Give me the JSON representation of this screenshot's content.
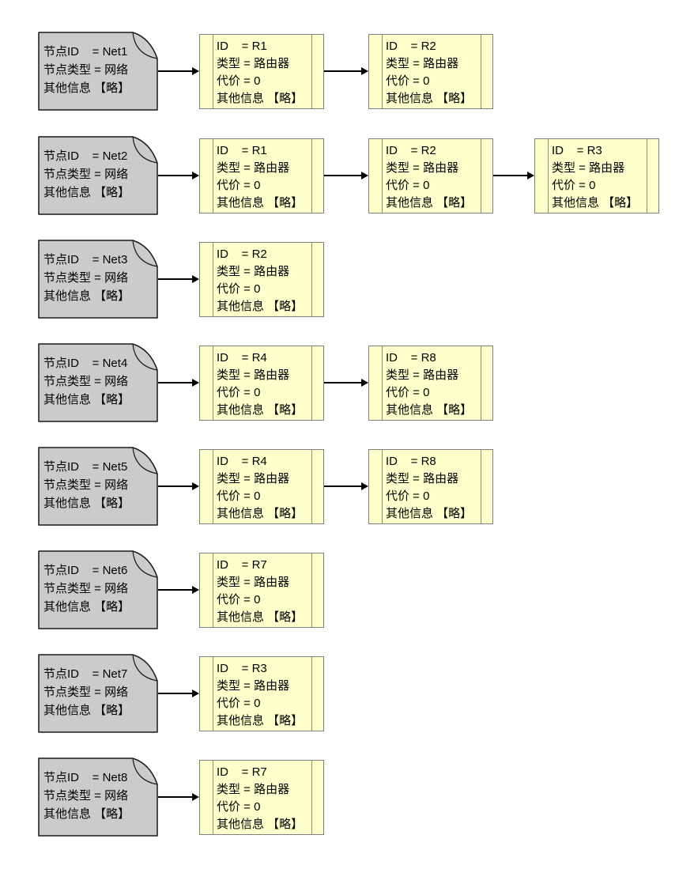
{
  "colors": {
    "canvas_bg": "#ffffff",
    "note_fill": "#cbcbcb",
    "note_border": "#1a1a1a",
    "record_fill": "#ffffcc",
    "record_border": "#7f7f7f",
    "record_divider": "#8f8f6f",
    "arrow": "#000000",
    "text": "#000000"
  },
  "rows": [
    {
      "network": [
        "节点ID    = Net1",
        "节点类型 = 网络",
        "其他信息 【略】"
      ],
      "routers": [
        [
          "ID    = R1",
          "类型 = 路由器",
          "代价 = 0",
          "其他信息 【略】"
        ],
        [
          "ID    = R2",
          "类型 = 路由器",
          "代价 = 0",
          "其他信息 【略】"
        ]
      ]
    },
    {
      "network": [
        "节点ID    = Net2",
        "节点类型 = 网络",
        "其他信息 【略】"
      ],
      "routers": [
        [
          "ID    = R1",
          "类型 = 路由器",
          "代价 = 0",
          "其他信息 【略】"
        ],
        [
          "ID    = R2",
          "类型 = 路由器",
          "代价 = 0",
          "其他信息 【略】"
        ],
        [
          "ID    = R3",
          "类型 = 路由器",
          "代价 = 0",
          "其他信息 【略】"
        ]
      ]
    },
    {
      "network": [
        "节点ID    = Net3",
        "节点类型 = 网络",
        "其他信息 【略】"
      ],
      "routers": [
        [
          "ID    = R2",
          "类型 = 路由器",
          "代价 = 0",
          "其他信息 【略】"
        ]
      ]
    },
    {
      "network": [
        "节点ID    = Net4",
        "节点类型 = 网络",
        "其他信息 【略】"
      ],
      "routers": [
        [
          "ID    = R4",
          "类型 = 路由器",
          "代价 = 0",
          "其他信息 【略】"
        ],
        [
          "ID    = R8",
          "类型 = 路由器",
          "代价 = 0",
          "其他信息 【略】"
        ]
      ]
    },
    {
      "network": [
        "节点ID    = Net5",
        "节点类型 = 网络",
        "其他信息 【略】"
      ],
      "routers": [
        [
          "ID    = R4",
          "类型 = 路由器",
          "代价 = 0",
          "其他信息 【略】"
        ],
        [
          "ID    = R8",
          "类型 = 路由器",
          "代价 = 0",
          "其他信息 【略】"
        ]
      ]
    },
    {
      "network": [
        "节点ID    = Net6",
        "节点类型 = 网络",
        "其他信息 【略】"
      ],
      "routers": [
        [
          "ID    = R7",
          "类型 = 路由器",
          "代价 = 0",
          "其他信息 【略】"
        ]
      ]
    },
    {
      "network": [
        "节点ID    = Net7",
        "节点类型 = 网络",
        "其他信息 【略】"
      ],
      "routers": [
        [
          "ID    = R3",
          "类型 = 路由器",
          "代价 = 0",
          "其他信息 【略】"
        ]
      ]
    },
    {
      "network": [
        "节点ID    = Net8",
        "节点类型 = 网络",
        "其他信息 【略】"
      ],
      "routers": [
        [
          "ID    = R7",
          "类型 = 路由器",
          "代价 = 0",
          "其他信息 【略】"
        ]
      ]
    }
  ]
}
